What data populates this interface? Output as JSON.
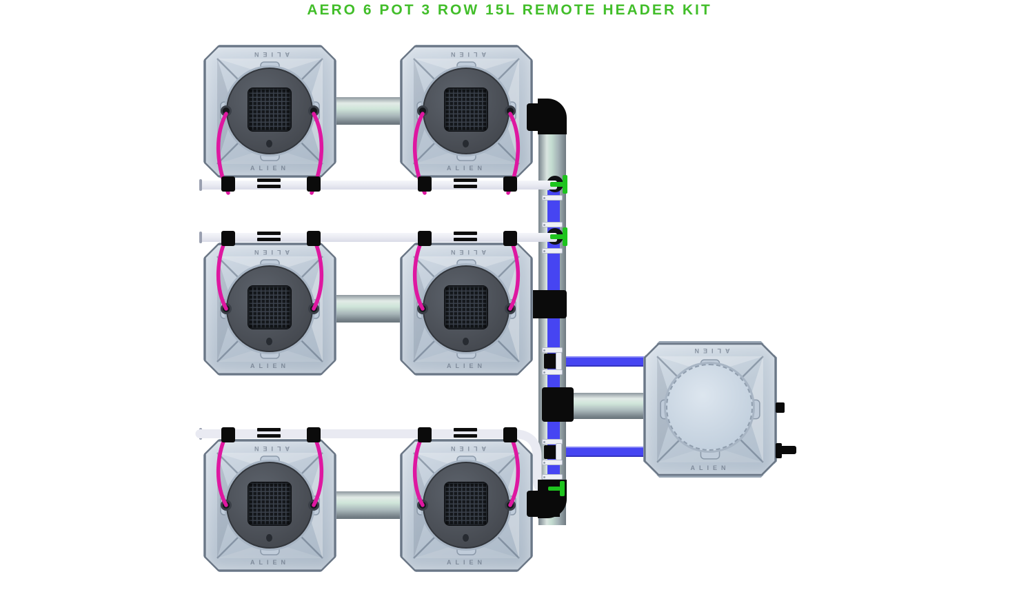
{
  "title": {
    "text": "AERO 6 POT 3 ROW 15L REMOTE HEADER KIT",
    "color": "#42BE2A"
  },
  "labels": {
    "brand": "ALIEN"
  },
  "diagram": {
    "pots": [
      {
        "name": "pot-1",
        "row": 1,
        "col": 1,
        "tube_direction": "down"
      },
      {
        "name": "pot-2",
        "row": 1,
        "col": 2,
        "tube_direction": "down"
      },
      {
        "name": "pot-3",
        "row": 2,
        "col": 1,
        "tube_direction": "up"
      },
      {
        "name": "pot-4",
        "row": 2,
        "col": 2,
        "tube_direction": "up"
      },
      {
        "name": "pot-5",
        "row": 3,
        "col": 1,
        "tube_direction": "up"
      },
      {
        "name": "pot-6",
        "row": 3,
        "col": 2,
        "tube_direction": "up"
      }
    ],
    "header_tank": {
      "name": "header-tank"
    },
    "colors": {
      "pipe_blue": "#4645F2",
      "tube_magenta": "#DE17A0",
      "valve_green": "#1EC41E",
      "pipe_white": "#E9EAF2",
      "fitting_black": "#0B0B0B"
    }
  }
}
